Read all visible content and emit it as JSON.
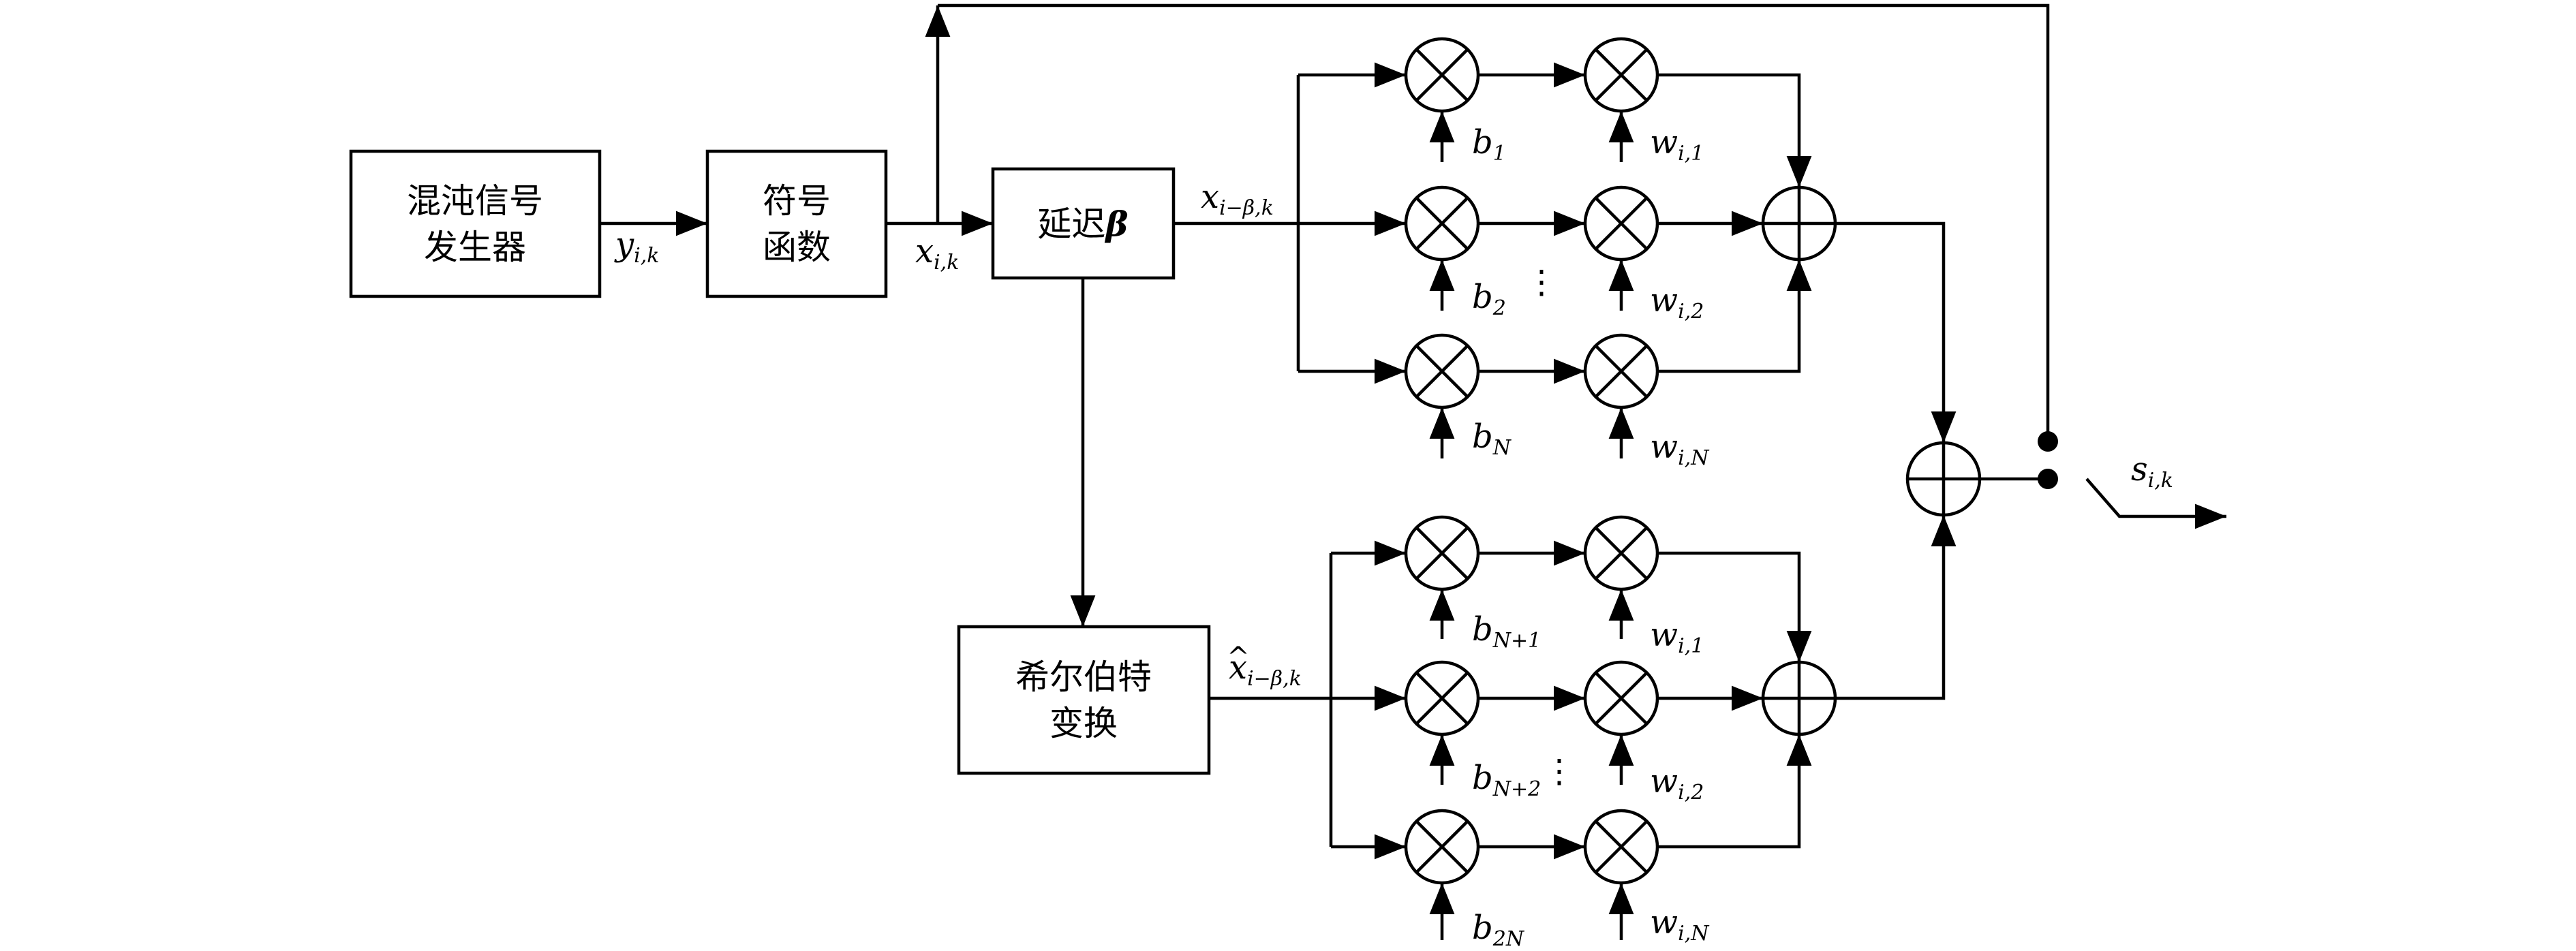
{
  "blocks": {
    "chaos_generator": [
      "混沌信号",
      "发生器"
    ],
    "sign_function": [
      "符号",
      "函数"
    ],
    "delay": {
      "text": "延迟",
      "symbol": "β"
    },
    "hilbert": [
      "希尔伯特",
      "变换"
    ]
  },
  "signals": {
    "y": {
      "base": "y",
      "sub": "i,k"
    },
    "x": {
      "base": "x",
      "sub": "i,k"
    },
    "x_delay": {
      "base": "x",
      "sub": "i−β,k"
    },
    "x_hat": {
      "base": "x",
      "sub": "i−β,k",
      "accent": "^"
    },
    "s": {
      "base": "s",
      "sub": "i,k"
    }
  },
  "branch_upper": {
    "coefficients": [
      {
        "base": "b",
        "sub": "1"
      },
      {
        "base": "b",
        "sub": "2"
      },
      {
        "base": "b",
        "sub": "N"
      }
    ],
    "weights": [
      {
        "base": "w",
        "sub": "i,1"
      },
      {
        "base": "w",
        "sub": "i,2"
      },
      {
        "base": "w",
        "sub": "i,N"
      }
    ]
  },
  "branch_lower": {
    "coefficients": [
      {
        "base": "b",
        "sub": "N+1"
      },
      {
        "base": "b",
        "sub": "N+2"
      },
      {
        "base": "b",
        "sub": "2N"
      }
    ],
    "weights": [
      {
        "base": "w",
        "sub": "i,1"
      },
      {
        "base": "w",
        "sub": "i,2"
      },
      {
        "base": "w",
        "sub": "i,N"
      }
    ]
  },
  "ellipsis": "⋮"
}
